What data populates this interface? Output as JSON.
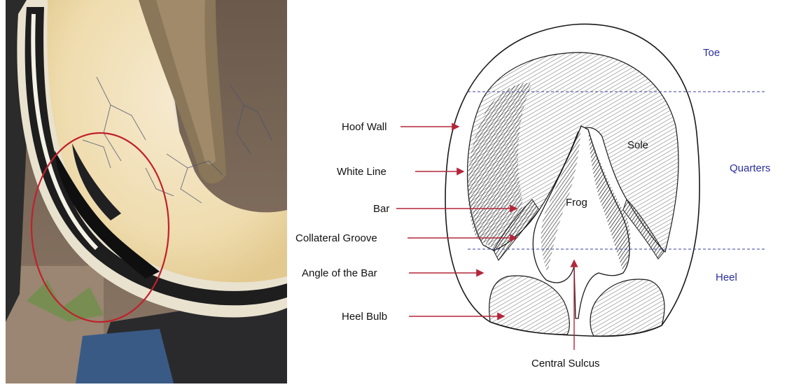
{
  "diagram": {
    "left_labels": [
      {
        "id": "hoof-wall",
        "text": "Hoof Wall"
      },
      {
        "id": "white-line",
        "text": "White Line"
      },
      {
        "id": "bar",
        "text": "Bar"
      },
      {
        "id": "collateral-groove",
        "text": "Collateral Groove"
      },
      {
        "id": "angle-of-bar",
        "text": "Angle of the Bar"
      },
      {
        "id": "heel-bulb",
        "text": "Heel Bulb"
      }
    ],
    "inner_labels": {
      "sole": "Sole",
      "frog": "Frog"
    },
    "bottom_label": "Central Sulcus",
    "zones": {
      "toe": "Toe",
      "quarters": "Quarters",
      "heel": "Heel"
    }
  },
  "colors": {
    "arrow": "#b3263a",
    "zone_text": "#2a2e9a",
    "circle": "#c0202c"
  }
}
